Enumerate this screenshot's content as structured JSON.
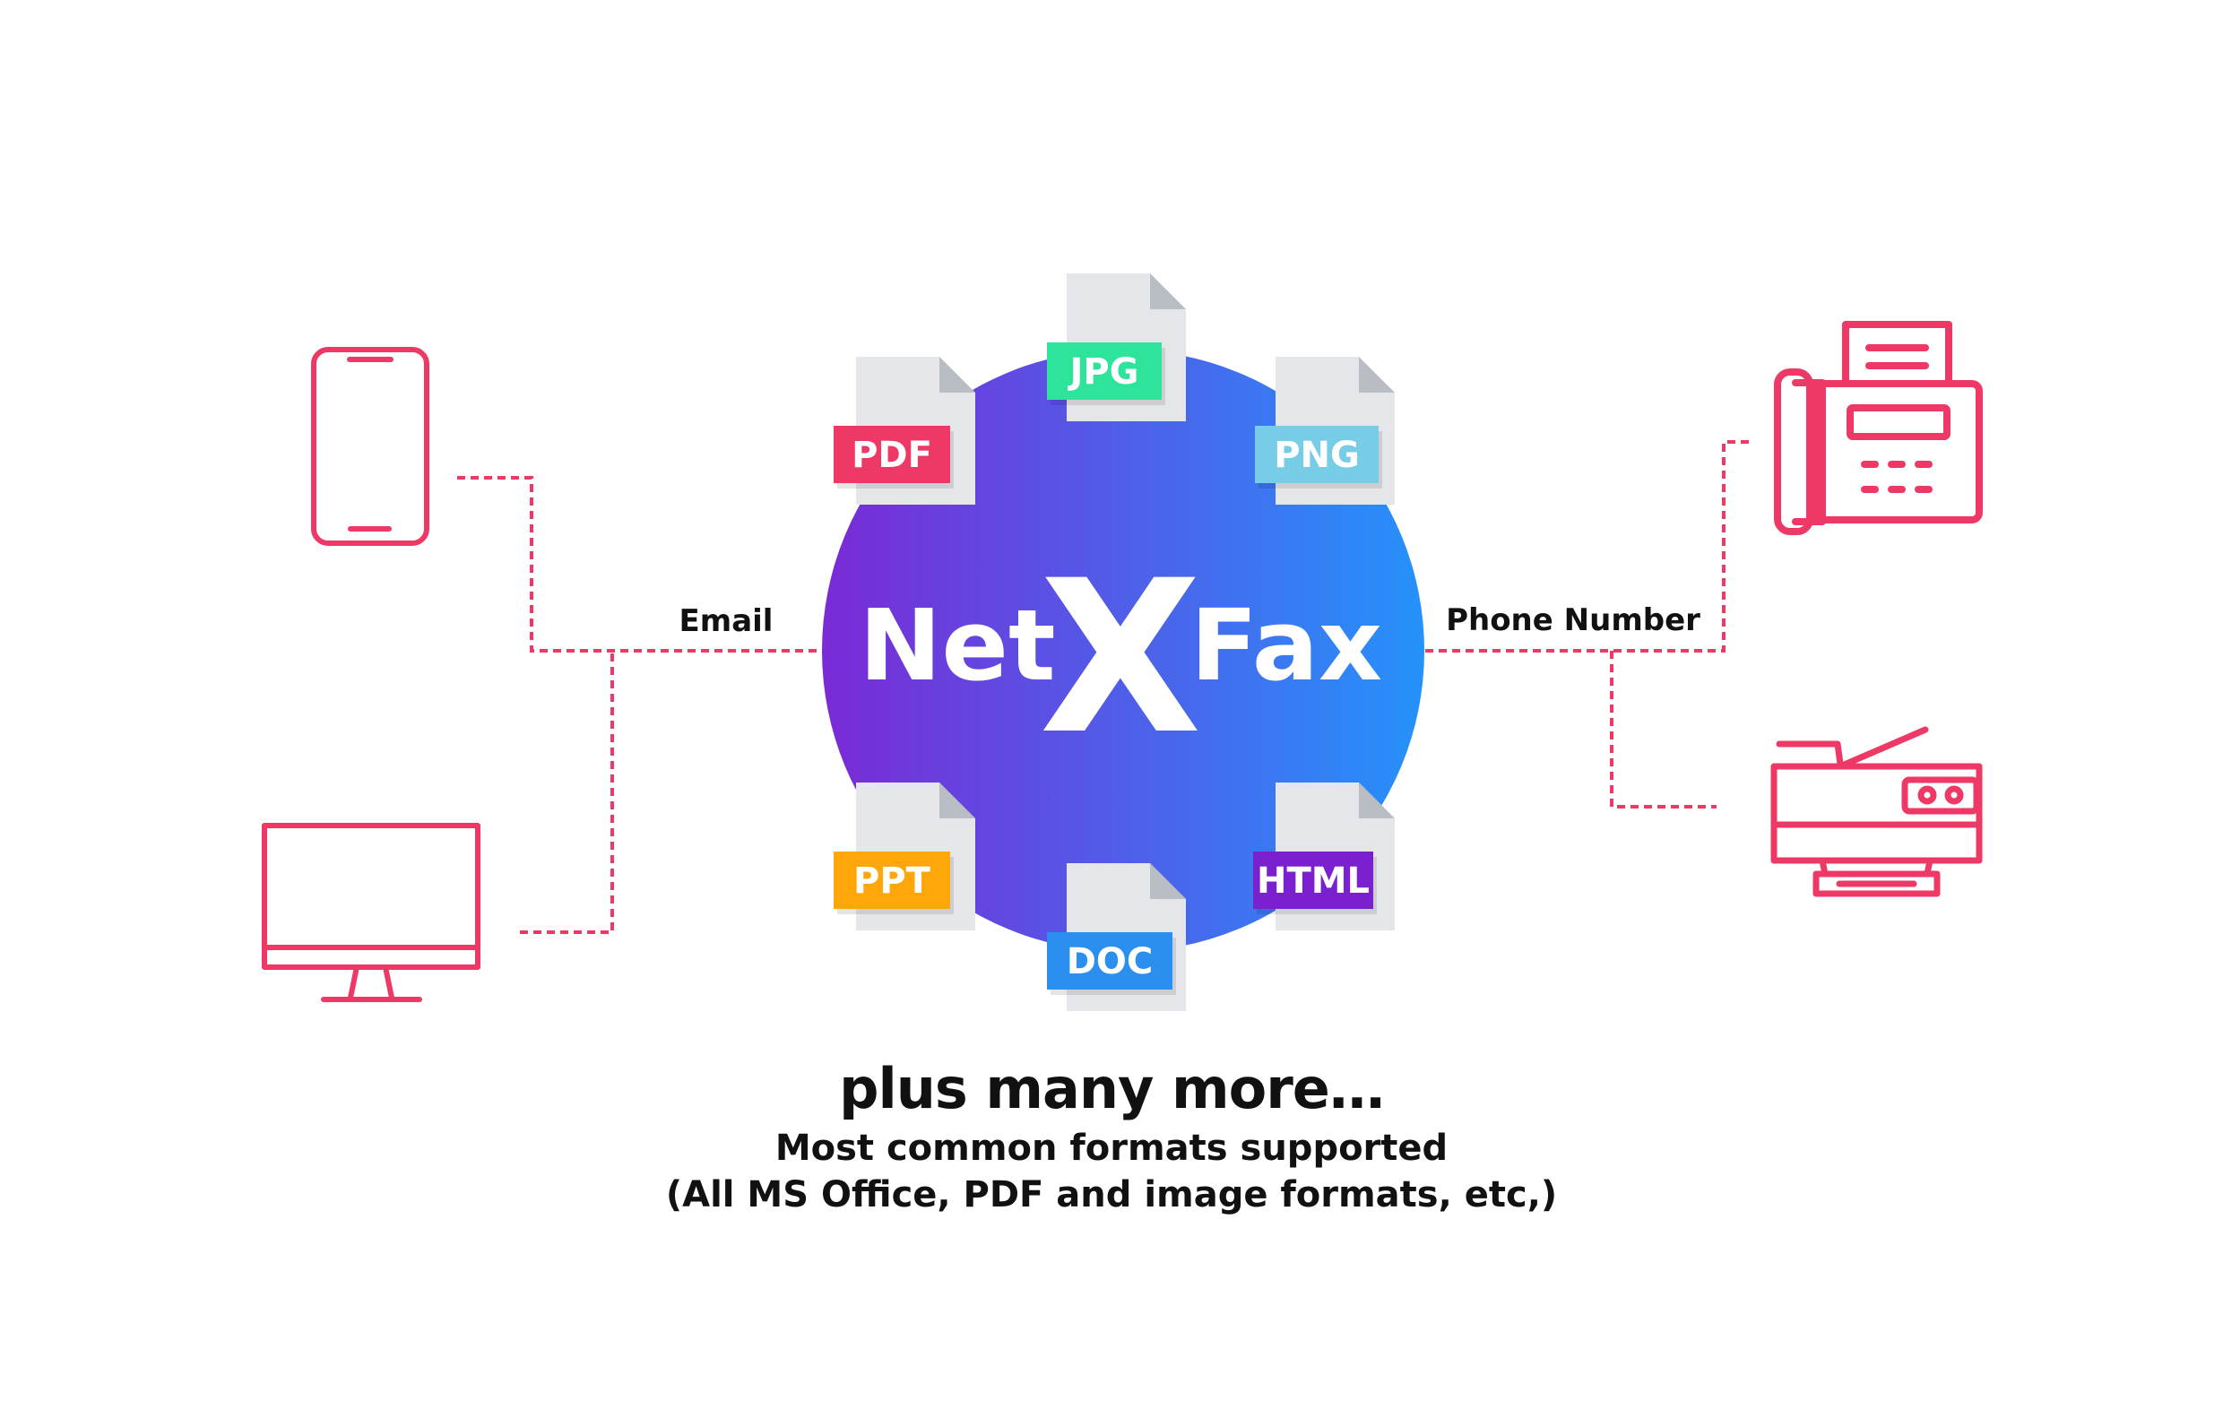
{
  "diagram": {
    "center": {
      "word_left": "Net",
      "word_mid": "X",
      "word_right": "Fax"
    },
    "labels": {
      "email": "Email",
      "phone": "Phone Number"
    },
    "formats": [
      {
        "label": "JPG",
        "color": "#2EE39A"
      },
      {
        "label": "PDF",
        "color": "#EE3866"
      },
      {
        "label": "PNG",
        "color": "#78CDE6"
      },
      {
        "label": "PPT",
        "color": "#FFA70A"
      },
      {
        "label": "DOC",
        "color": "#2B8FF0"
      },
      {
        "label": "HTML",
        "color": "#7A20CF"
      }
    ],
    "devices": [
      {
        "icon": "smartphone-icon"
      },
      {
        "icon": "desktop-monitor-icon"
      },
      {
        "icon": "fax-machine-icon"
      },
      {
        "icon": "multifunction-printer-icon"
      }
    ],
    "colors": {
      "accent": "#EE3866",
      "gradient_start": "#7A2AD6",
      "gradient_end": "#2592FA",
      "doc_body": "#E4E6EA",
      "doc_fold": "#B9BDC4"
    }
  },
  "footer": {
    "tagline": "plus many more…",
    "line1": "Most common formats supported",
    "line2": "(All MS Office, PDF and image formats, etc,)"
  }
}
